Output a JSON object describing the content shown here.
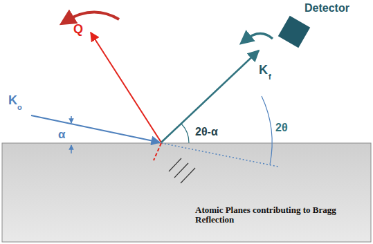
{
  "diagram": {
    "labels": [
      "Detector",
      "Q",
      "K",
      "o",
      "α",
      "K",
      "f",
      "2θ-α",
      "2θ",
      "Atomic Planes contributing to Bragg Reflection"
    ]
  }
}
